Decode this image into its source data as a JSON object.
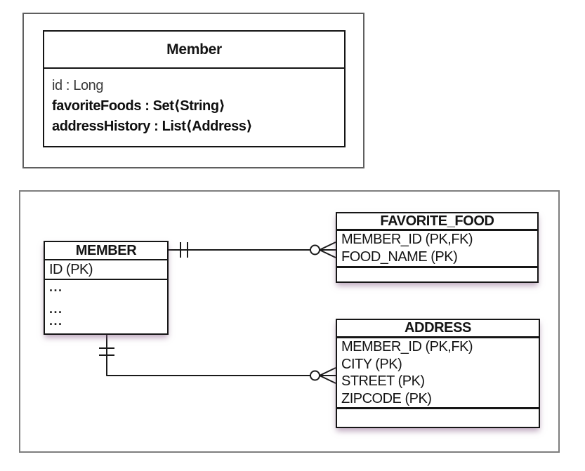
{
  "uml_class": {
    "title": "Member",
    "attributes": [
      "id : Long",
      "favoriteFoods : Set⟨String⟩",
      "addressHistory : List⟨Address⟩"
    ]
  },
  "erd": {
    "member": {
      "title": "MEMBER",
      "key_row": "ID (PK)",
      "ellipsis_rows": [
        "...",
        "...",
        "..."
      ]
    },
    "favorite_food": {
      "title": "FAVORITE_FOOD",
      "columns": [
        "MEMBER_ID (PK,FK)",
        "FOOD_NAME (PK)"
      ]
    },
    "address": {
      "title": "ADDRESS",
      "columns": [
        "MEMBER_ID (PK,FK)",
        "CITY (PK)",
        "STREET (PK)",
        "ZIPCODE (PK)"
      ]
    },
    "relationships": [
      {
        "from": "MEMBER",
        "to": "FAVORITE_FOOD",
        "from_cardinality": "exactly-one",
        "to_cardinality": "zero-or-many",
        "notation": "crow's foot"
      },
      {
        "from": "MEMBER",
        "to": "ADDRESS",
        "from_cardinality": "exactly-one",
        "to_cardinality": "zero-or-many",
        "notation": "crow's foot"
      }
    ]
  },
  "colors": {
    "line": "#1a1a1a",
    "table_border": "#161616",
    "uml_panel_border": "#5f5f5f",
    "erd_panel_border": "#7e7e7e",
    "table_shadow": "rgba(134,94,134,0.55)",
    "background": "#ffffff"
  }
}
